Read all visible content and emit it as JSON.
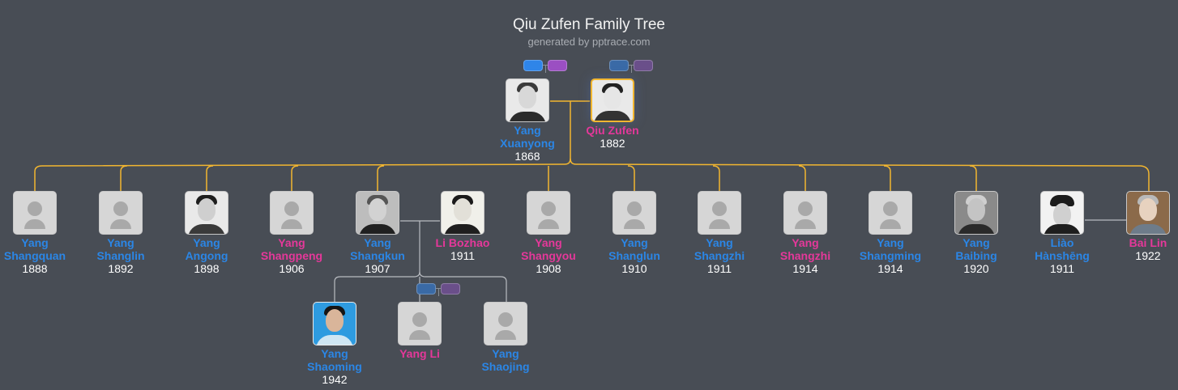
{
  "header": {
    "title": "Qiu Zufen Family Tree",
    "subtitle": "generated by pptrace.com"
  },
  "colors": {
    "background": "#484d55",
    "male": "#2b86e6",
    "female": "#e5389a",
    "year": "#ffffff",
    "focus_border": "#f2b630",
    "main_line": "#f2b630",
    "secondary_line": "#b9bcc1",
    "pill_male": "#2f85e8",
    "pill_female": "#9b4fc2",
    "pill_male_dim": "#3a6aa6",
    "pill_female_dim": "#6a4f8a"
  },
  "parent_pills": [
    {
      "for": "Yang Xuanyong",
      "dim": false
    },
    {
      "for": "Qiu Zufen",
      "dim": true
    },
    {
      "for": "Yang Li",
      "dim": true
    }
  ],
  "generation_1": [
    {
      "name_line1": "Yang",
      "name_line2": "Xuanyong",
      "year": "1868",
      "gender": "male",
      "avatar": "photo"
    },
    {
      "name_line1": "Qiu Zufen",
      "name_line2": "",
      "year": "1882",
      "gender": "female",
      "avatar": "photo",
      "focus": true
    }
  ],
  "generation_2": [
    {
      "name_line1": "Yang",
      "name_line2": "Shangquan",
      "year": "1888",
      "gender": "male",
      "avatar": "placeholder"
    },
    {
      "name_line1": "Yang",
      "name_line2": "Shanglin",
      "year": "1892",
      "gender": "male",
      "avatar": "placeholder"
    },
    {
      "name_line1": "Yang",
      "name_line2": "Angong",
      "year": "1898",
      "gender": "male",
      "avatar": "photo"
    },
    {
      "name_line1": "Yang",
      "name_line2": "Shangpeng",
      "year": "1906",
      "gender": "female",
      "avatar": "placeholder"
    },
    {
      "name_line1": "Yang",
      "name_line2": "Shangkun",
      "year": "1907",
      "gender": "male",
      "avatar": "photo"
    },
    {
      "name_line1": "Li Bozhao",
      "name_line2": "",
      "year": "1911",
      "gender": "female",
      "avatar": "photo",
      "spouse_of": "Yang Shangkun"
    },
    {
      "name_line1": "Yang",
      "name_line2": "Shangyou",
      "year": "1908",
      "gender": "female",
      "avatar": "placeholder"
    },
    {
      "name_line1": "Yang",
      "name_line2": "Shanglun",
      "year": "1910",
      "gender": "male",
      "avatar": "placeholder"
    },
    {
      "name_line1": "Yang",
      "name_line2": "Shangzhi",
      "year": "1911",
      "gender": "male",
      "avatar": "placeholder"
    },
    {
      "name_line1": "Yang",
      "name_line2": "Shangzhi",
      "year": "1914",
      "gender": "female",
      "avatar": "placeholder"
    },
    {
      "name_line1": "Yang",
      "name_line2": "Shangming",
      "year": "1914",
      "gender": "male",
      "avatar": "placeholder"
    },
    {
      "name_line1": "Yang",
      "name_line2": "Baibing",
      "year": "1920",
      "gender": "male",
      "avatar": "photo"
    },
    {
      "name_line1": "Liào",
      "name_line2": "Hànshēng",
      "year": "1911",
      "gender": "male",
      "avatar": "photo",
      "spouse_of": "Bai Lin"
    },
    {
      "name_line1": "Bai Lin",
      "name_line2": "",
      "year": "1922",
      "gender": "female",
      "avatar": "photo"
    }
  ],
  "generation_3": [
    {
      "name_line1": "Yang",
      "name_line2": "Shaoming",
      "year": "1942",
      "gender": "male",
      "avatar": "photo"
    },
    {
      "name_line1": "Yang Li",
      "name_line2": "",
      "year": "",
      "gender": "female",
      "avatar": "placeholder"
    },
    {
      "name_line1": "Yang",
      "name_line2": "Shaojing",
      "year": "",
      "gender": "male",
      "avatar": "placeholder"
    }
  ]
}
